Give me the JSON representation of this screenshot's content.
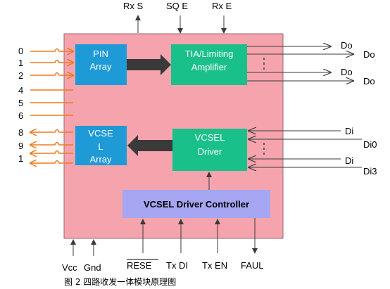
{
  "top_labels": {
    "rxs": "Rx S",
    "sqe": "SQ E",
    "rxe": "Rx E"
  },
  "blocks": {
    "pin_array": [
      "PIN",
      "Array"
    ],
    "tia": [
      "TIA/Limiting",
      "Amplifier"
    ],
    "vcsel_array": [
      "VCSE",
      "L",
      "Array"
    ],
    "vcsel_driver": [
      "VCSEL",
      "Driver"
    ],
    "controller": "VCSEL Driver Controller"
  },
  "left_pins": [
    "0",
    "1",
    "2",
    "4",
    "5",
    "6",
    "8",
    "9",
    "1"
  ],
  "right_outputs": [
    "Do",
    "Do",
    "Do",
    "Do"
  ],
  "right_inputs": [
    "Di",
    "Di0",
    "Di",
    "Di3"
  ],
  "bottom_left": {
    "vcc": "Vcc",
    "gnd": "Gnd"
  },
  "bottom_signals": {
    "reset": "RESE",
    "txdi": "Tx DI",
    "txen": "Tx EN",
    "fault": "FAUL"
  },
  "caption": "图 2 四路收发一体模块原理图",
  "colors": {
    "body": "#f5a3ad",
    "pin_block": "#1e9ad6",
    "tia_block": "#19c08a",
    "controller": "#a6a6f2",
    "fiber": "#f07a1c",
    "arrow": "#3a3a3a"
  }
}
